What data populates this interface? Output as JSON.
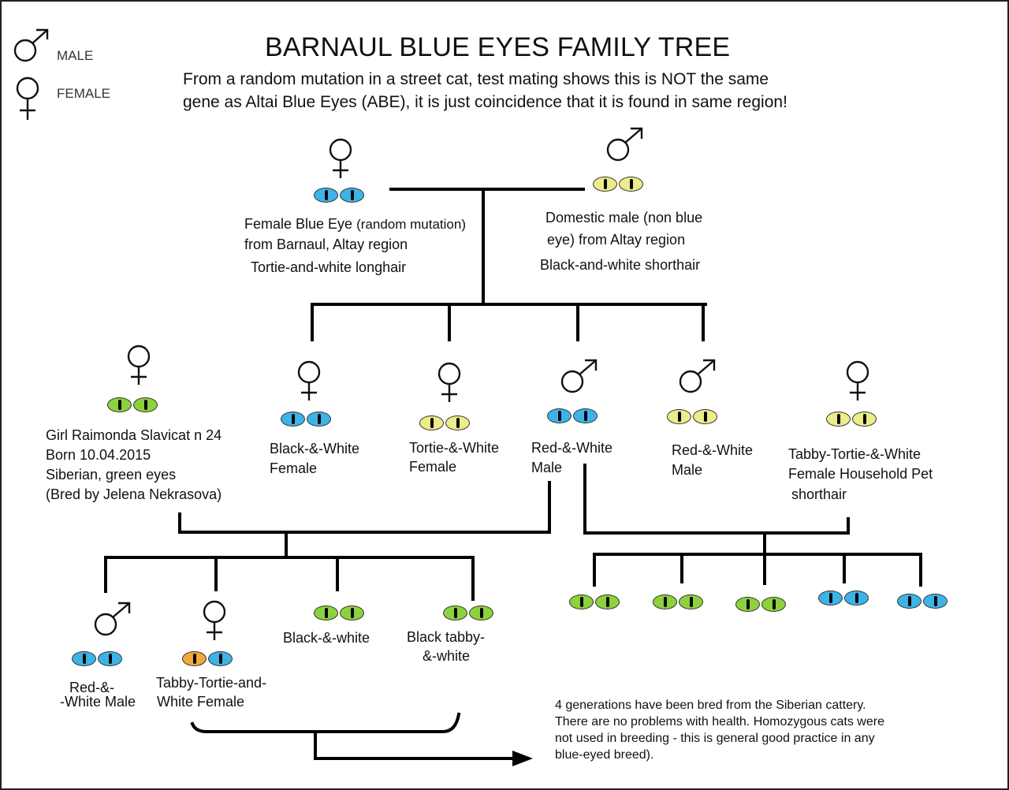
{
  "title": "BARNAUL BLUE EYES FAMILY TREE",
  "subtitle": {
    "line1": "From a random mutation in a street cat, test mating shows this is NOT the same",
    "line2": "gene as Altai Blue Eyes (ABE), it is just coincidence that it is found in same region!"
  },
  "legend": {
    "male": "MALE",
    "female": "FEMALE"
  },
  "colors": {
    "blue": "#3cb4e8",
    "yellow": "#ecec88",
    "green": "#8cd23c",
    "orange": "#f2a83a",
    "line": "#000000"
  },
  "parents": {
    "female": {
      "line1_a": "Female Blue Eye",
      "line1_b": "(random mutation)",
      "line2": "from Barnaul, Altay region",
      "line3": "Tortie-and-white longhair",
      "eyes": [
        "blue",
        "blue"
      ]
    },
    "male": {
      "line1": "Domestic male (non blue",
      "line2": "eye) from Altay region",
      "line3": "Black-and-white shorthair",
      "eyes": [
        "yellow",
        "yellow"
      ]
    }
  },
  "gen2": {
    "raimonda": {
      "line1": "Girl Raimonda Slavicat n 24",
      "line2": "Born 10.04.2015",
      "line3": "Siberian, green eyes",
      "line4": "(Bred by Jelena Nekrasova)",
      "eyes": [
        "green",
        "green"
      ]
    },
    "kitten1": {
      "line1": "Black-&-White",
      "line2": "Female",
      "eyes": [
        "blue",
        "blue"
      ]
    },
    "kitten2": {
      "line1": "Tortie-&-White",
      "line2": "Female",
      "eyes": [
        "yellow",
        "yellow"
      ]
    },
    "kitten3": {
      "line1": "Red-&-White",
      "line2": "Male",
      "eyes": [
        "blue",
        "blue"
      ]
    },
    "kitten4": {
      "line1": "Red-&-White",
      "line2": "Male",
      "eyes": [
        "yellow",
        "yellow"
      ]
    },
    "household": {
      "line1": "Tabby-Tortie-&-White",
      "line2": "Female Household Pet",
      "line3": "shorthair",
      "eyes": [
        "yellow",
        "yellow"
      ]
    }
  },
  "gen3_left": {
    "c1": {
      "line1": "Red-&-",
      "line2": "-White Male",
      "eyes": [
        "blue",
        "blue"
      ]
    },
    "c2": {
      "line1": "Tabby-Tortie-and-",
      "line2": "White Female",
      "eyes": [
        "orange",
        "blue"
      ]
    },
    "c3": {
      "line1": "Black-&-white",
      "eyes": [
        "green",
        "green"
      ]
    },
    "c4": {
      "line1": "Black tabby-",
      "line2": "&-white",
      "eyes": [
        "green",
        "green"
      ]
    }
  },
  "gen3_right": [
    {
      "eyes": [
        "green",
        "green"
      ]
    },
    {
      "eyes": [
        "green",
        "green"
      ]
    },
    {
      "eyes": [
        "green",
        "green"
      ]
    },
    {
      "eyes": [
        "blue",
        "blue"
      ]
    },
    {
      "eyes": [
        "blue",
        "blue"
      ]
    }
  ],
  "note": {
    "line1": "4 generations have been bred from the Siberian cattery.",
    "line2": "There are no problems with health.  Homozygous cats were",
    "line3": "not used in breeding  - this is general good practice in any",
    "line4": "blue-eyed breed)."
  }
}
